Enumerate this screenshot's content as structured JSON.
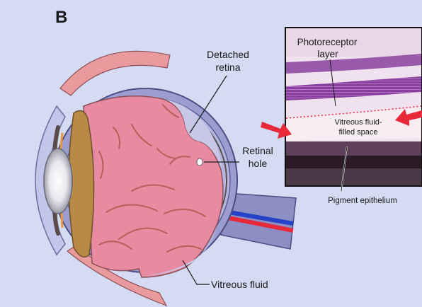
{
  "panel_letter": "B",
  "labels": {
    "detached_retina_1": "Detached",
    "detached_retina_2": "retina",
    "retinal_hole_1": "Retinal",
    "retinal_hole_2": "hole",
    "vitreous_fluid": "Vitreous fluid",
    "photoreceptor_1": "Photoreceptor",
    "photoreceptor_2": "layer",
    "vitreous_space_1": "Vitreous fluid-",
    "vitreous_space_2": "filled space",
    "pigment_epithelium": "Pigment epithelium"
  },
  "colors": {
    "background": "#d4dbf3",
    "sclera": "#9b9dd0",
    "vitreous": "#e78aa2",
    "lens_body": "#b98a46",
    "arrow_red": "#e8293a",
    "photoreceptor_purple": "#7a3f9a"
  }
}
